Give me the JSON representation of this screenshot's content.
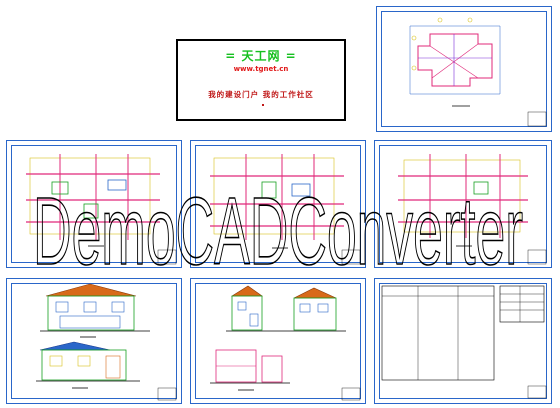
{
  "logo": {
    "title": "= 天工网 =",
    "url": "www.tgnet.cn",
    "slogan": "我的建设门户 我的工作社区"
  },
  "watermark": {
    "text": "DemoCADConverter",
    "color": "#000000"
  },
  "colors": {
    "sheet_border": "#2a66c9",
    "wall": "#e0287a",
    "plan_line": "#d8c21a",
    "grid": "#2a66c9",
    "roof": "#d86a1a",
    "table_line": "#000000"
  }
}
